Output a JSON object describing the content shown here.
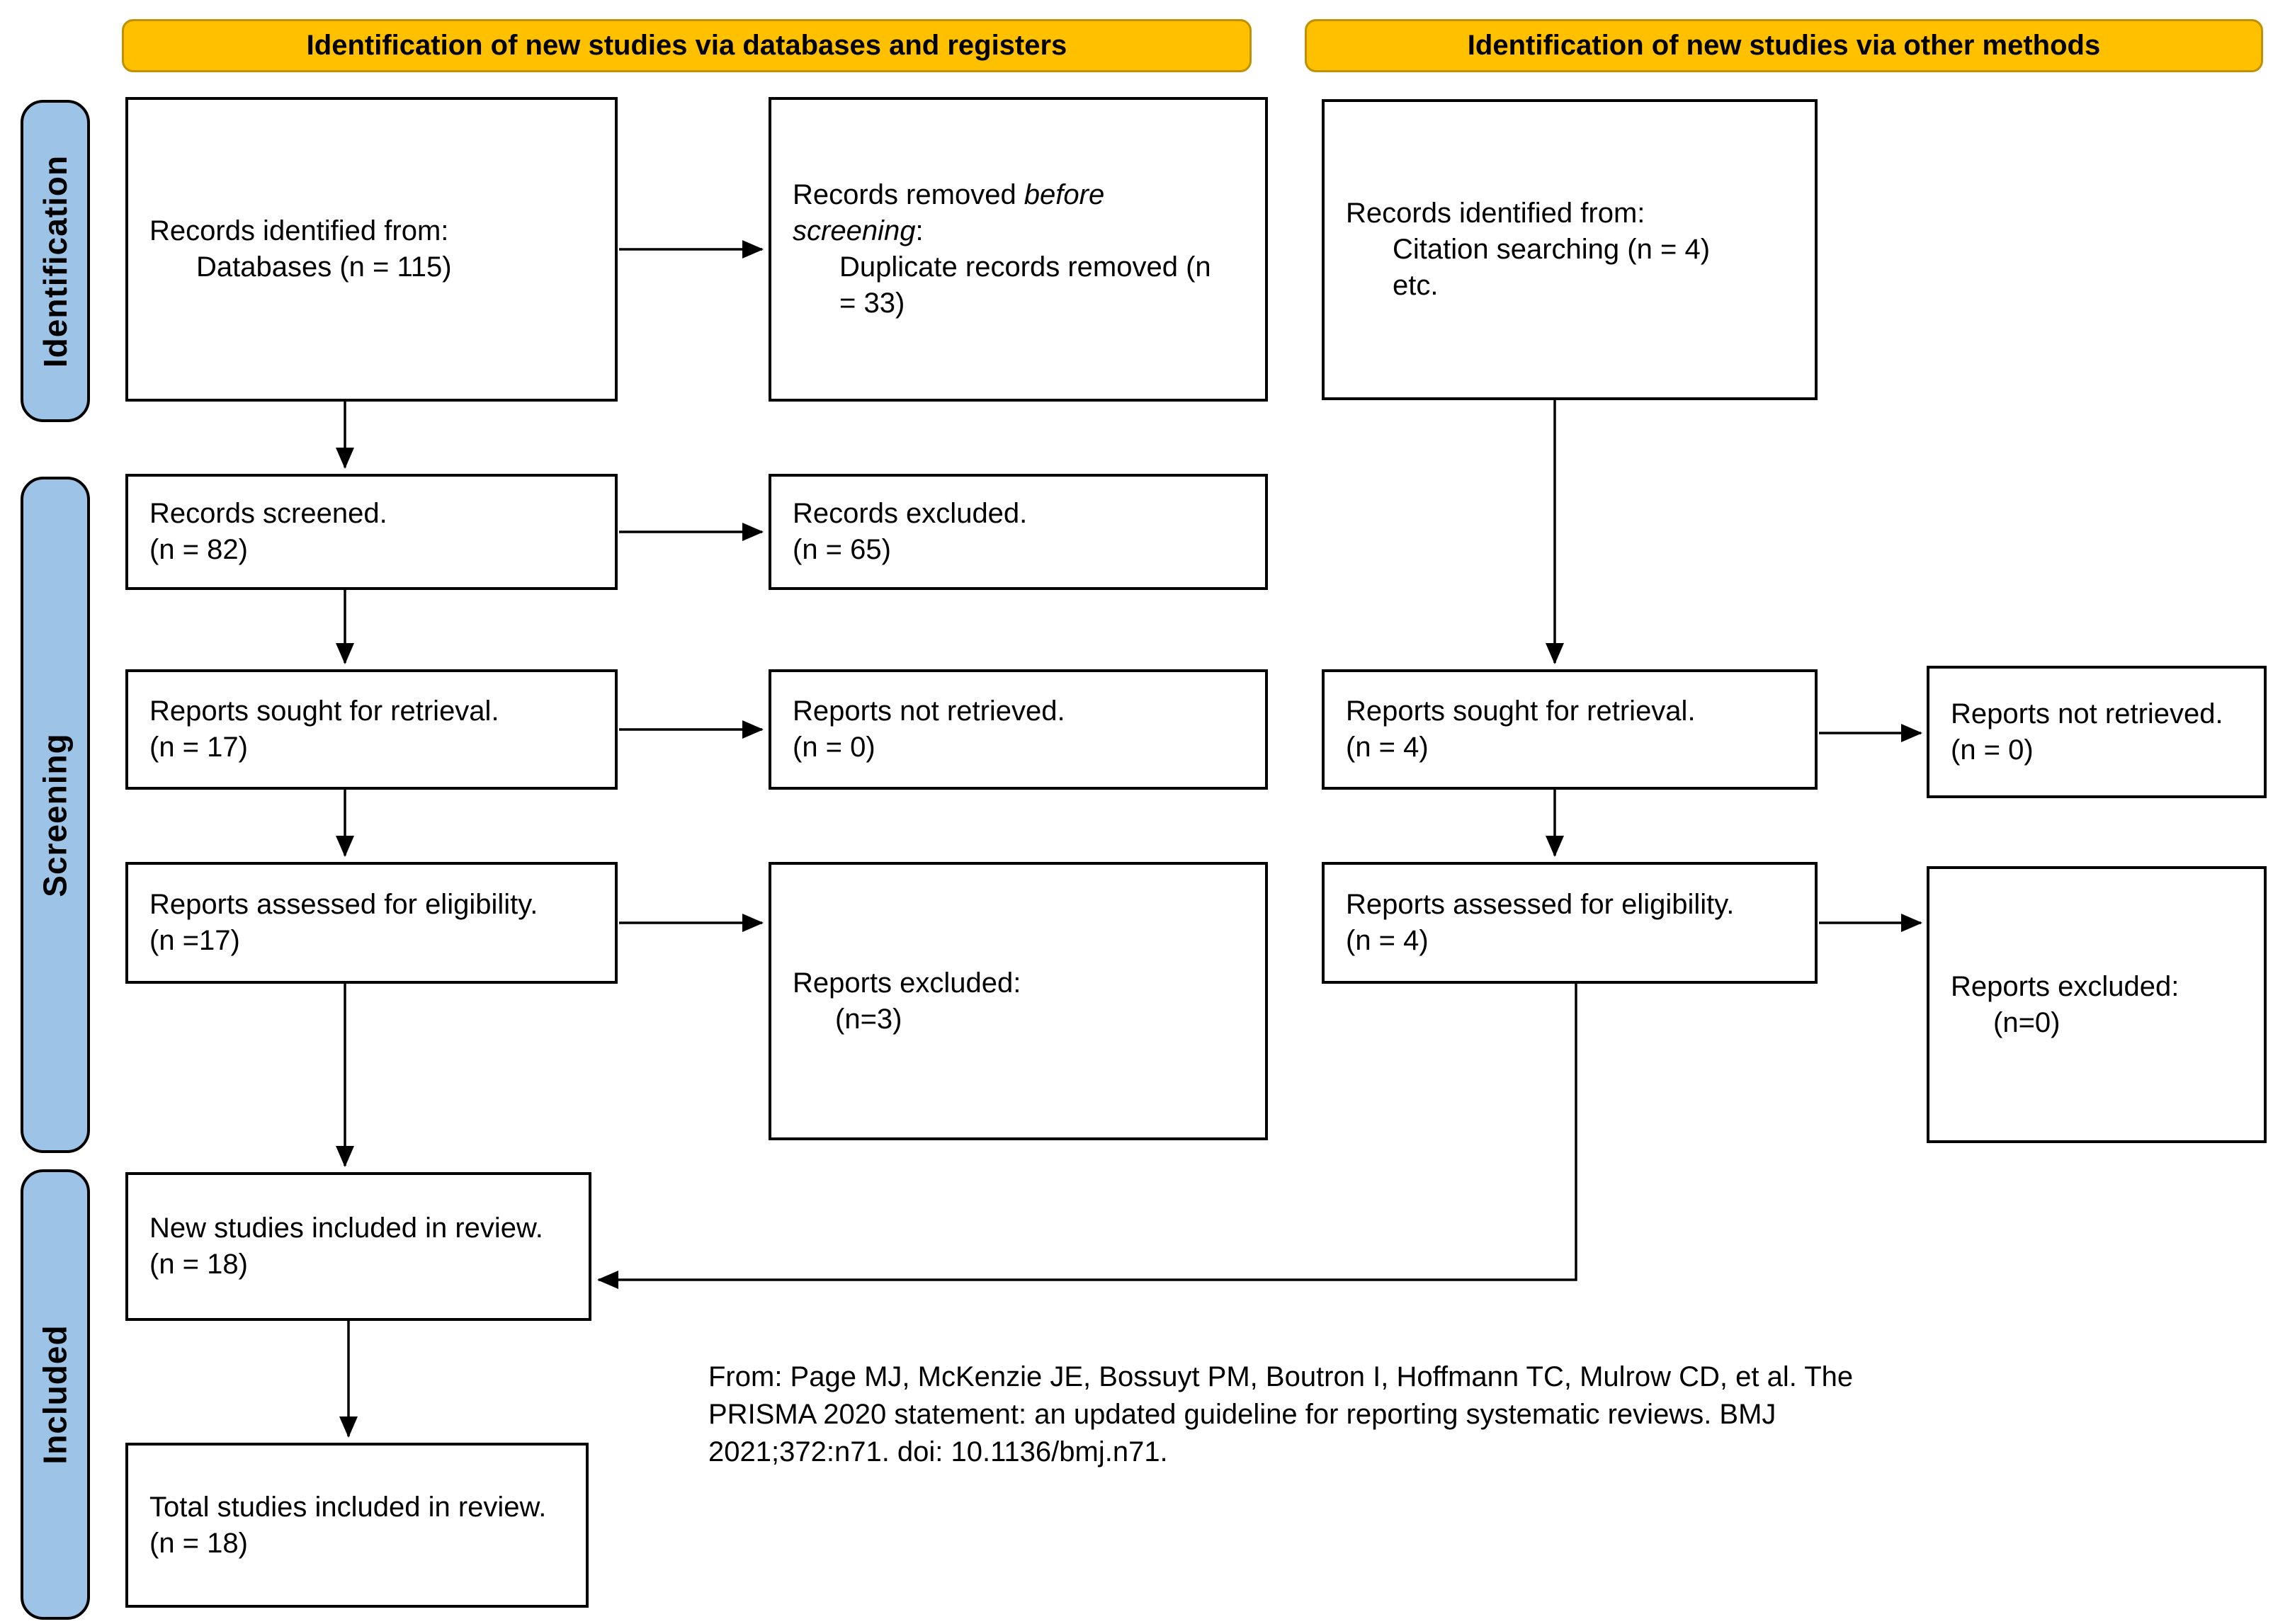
{
  "headers": {
    "databases": "Identification of new studies via databases and registers",
    "other": "Identification of new studies via other methods"
  },
  "sidebar": {
    "identification": "Identification",
    "screening": "Screening",
    "included": "Included"
  },
  "boxes": {
    "records_identified_db": {
      "line1": "Records identified from:",
      "line2": "Databases (n = 115)"
    },
    "records_removed": {
      "line1_pre": "Records removed ",
      "line1_italic": "before",
      "line2_italic": "screening",
      "line2_post": ":",
      "line3": "Duplicate records removed (n",
      "line4": "= 33)"
    },
    "records_identified_other": {
      "line1": "Records identified from:",
      "line2": "Citation searching (n = 4)",
      "line3": "etc."
    },
    "records_screened": {
      "line1": "Records screened.",
      "line2": "(n = 82)"
    },
    "records_excluded": {
      "line1": "Records excluded.",
      "line2": "(n = 65)"
    },
    "reports_sought_db": {
      "line1": "Reports sought for retrieval.",
      "line2": "(n = 17)"
    },
    "reports_not_retrieved_db": {
      "line1": "Reports not retrieved.",
      "line2": "(n = 0)"
    },
    "reports_assessed_db": {
      "line1": "Reports assessed for eligibility.",
      "line2": "(n =17)"
    },
    "reports_excluded_db": {
      "line1": "Reports excluded:",
      "line2": "(n=3)"
    },
    "reports_sought_other": {
      "line1": "Reports sought for retrieval.",
      "line2": "(n = 4)"
    },
    "reports_not_retrieved_other": {
      "line1": "Reports not retrieved.",
      "line2": "(n = 0)"
    },
    "reports_assessed_other": {
      "line1": "Reports assessed for eligibility.",
      "line2": "(n = 4)"
    },
    "reports_excluded_other": {
      "line1": "Reports excluded:",
      "line2": "(n=0)"
    },
    "new_studies": {
      "line1": "New studies included in review.",
      "line2": "(n = 18)"
    },
    "total_studies": {
      "line1": "Total studies included in review.",
      "line2": "(n = 18)"
    }
  },
  "citation": {
    "line1": "From:  Page MJ, McKenzie JE, Bossuyt PM, Boutron I, Hoffmann TC, Mulrow CD, et al. The",
    "line2": "PRISMA 2020 statement: an updated guideline for reporting systematic reviews. BMJ",
    "line3": "2021;372:n71. doi: 10.1136/bmj.n71."
  },
  "colors": {
    "banner": "#FFC000",
    "banner_border": "#BF9000",
    "sidebar": "#9DC3E6",
    "box_border": "#000000"
  }
}
